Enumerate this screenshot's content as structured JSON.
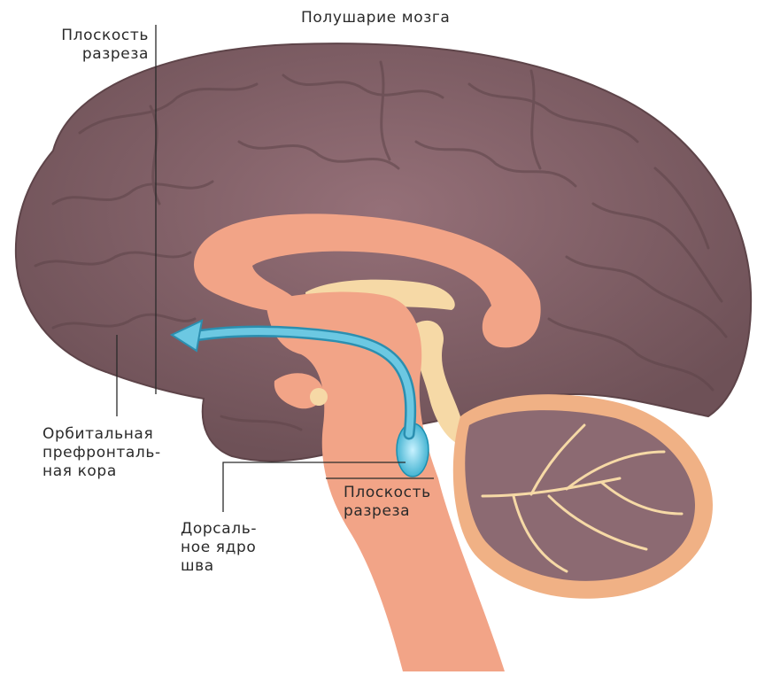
{
  "labels": {
    "hemisphere": "Полушарие мозга",
    "cut_plane_top": [
      "Плоскость",
      "разреза"
    ],
    "orbital_cortex": [
      "Орбитальная",
      "префронталь-",
      "ная кора"
    ],
    "cut_plane_bottom": [
      "Плоскость",
      "разреза"
    ],
    "raphe_nucleus": [
      "Дорсаль-",
      "ное ядро",
      "шва"
    ]
  },
  "colors": {
    "cortex": "#86656b",
    "cortex_dark": "#5e4449",
    "midline": "#f2a487",
    "white_matter": "#f6d9a6",
    "cerebellum": "#8c6a72",
    "cerebellum_rim": "#f0b185",
    "pathway_arrow": "#5fc0dc",
    "label_text": "#2a2a2a"
  }
}
